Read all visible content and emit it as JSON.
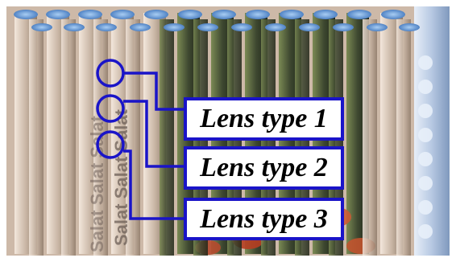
{
  "labels": {
    "lens1": "Lens type 1",
    "lens2": "Lens type 2",
    "lens3": "Lens type 3"
  },
  "colors": {
    "callout": "#1a14c8",
    "label_bg": "#ffffff",
    "label_text": "#000000"
  },
  "photo": {
    "subject": "lens array",
    "background_lettering": "Salat Salat Salat"
  }
}
